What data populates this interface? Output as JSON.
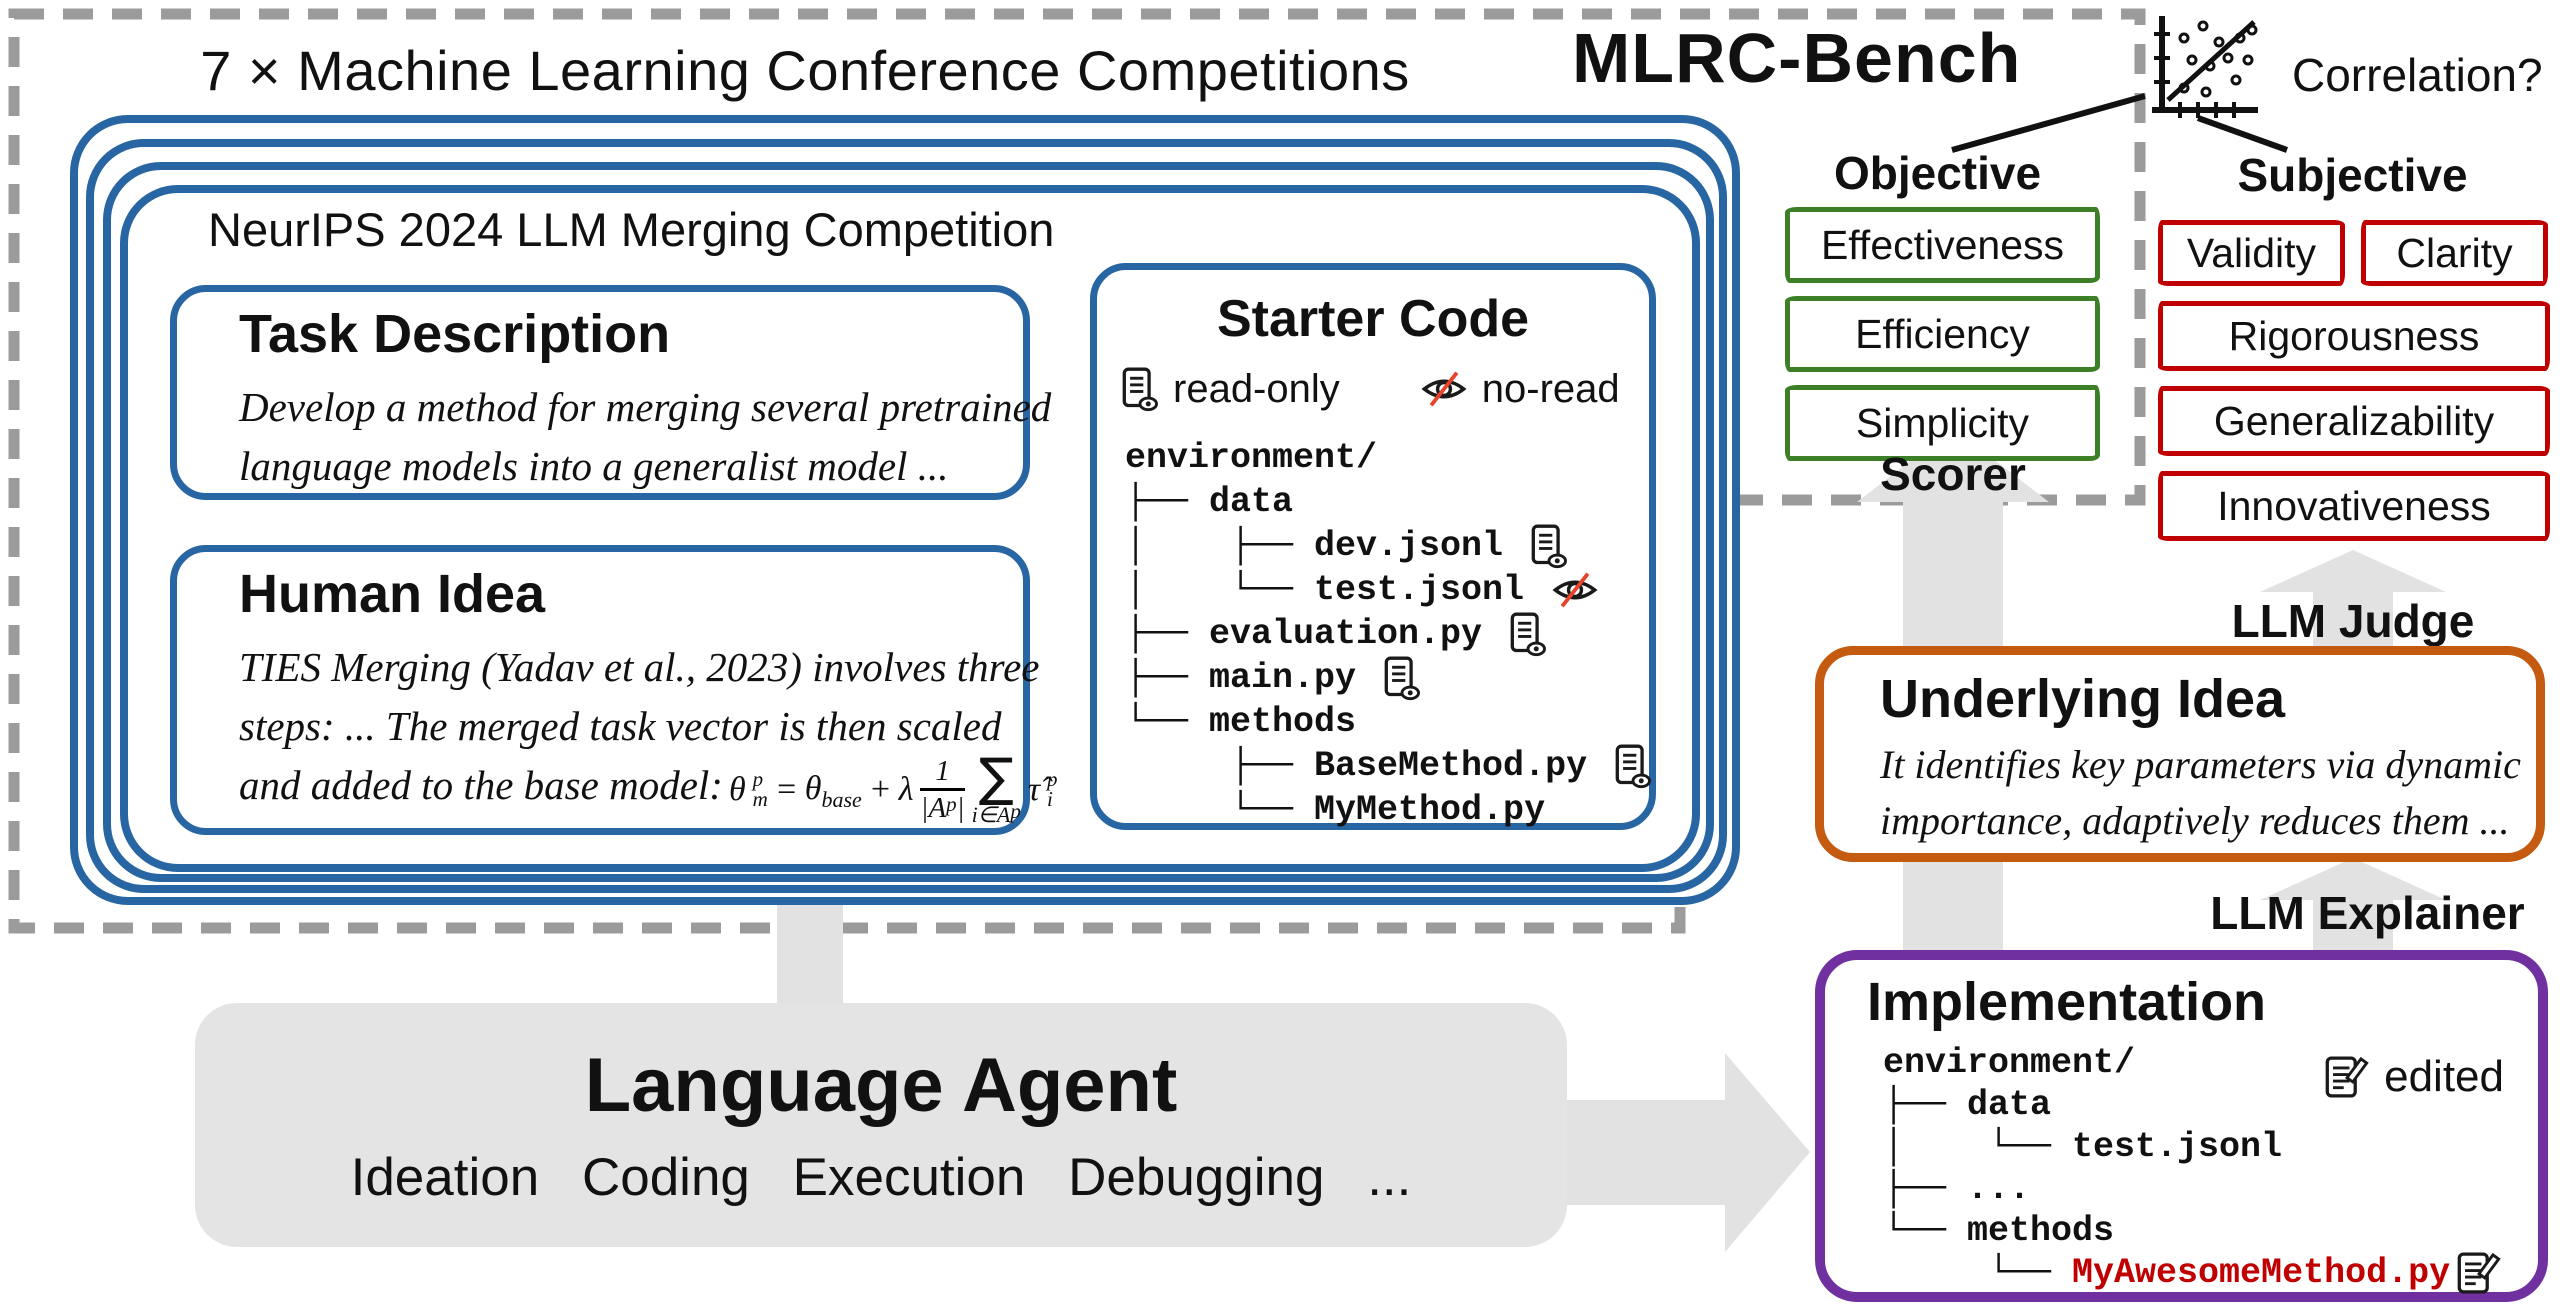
{
  "colors": {
    "blue": "#2866A3",
    "green": "#3C7F26",
    "red": "#C00000",
    "orange": "#C55A11",
    "purple": "#7030A0",
    "dash_gray": "#9B9B9B",
    "arrow_gray": "#E2E2E2",
    "agent_bg": "#E4E4E4",
    "slash_red": "#E8432C",
    "file_red": "#C00000"
  },
  "header": {
    "competitions_title": "7 × Machine Learning Conference Competitions",
    "brand": "MLRC-Bench",
    "correlation_label": "Correlation?"
  },
  "competition": {
    "title": "NeurIPS 2024 LLM Merging Competition",
    "task": {
      "title": "Task Description",
      "lines": [
        "Develop a method for merging several pretrained",
        "language models into a generalist model ..."
      ]
    },
    "idea": {
      "title": "Human Idea",
      "lines": [
        "TIES Merging (Yadav et al., 2023) involves three",
        "steps: ... The merged task vector is then scaled",
        "and added to the base model:"
      ],
      "formula": {
        "t1": "θ",
        "t1_sup": "p",
        "t1_sub": "m",
        "eq": "=",
        "t3": "θ",
        "t3_sub": "base",
        "plus": "+",
        "lambda": "λ",
        "frac_top": "1",
        "frac_bot": "|A",
        "frac_bot_sup": "p",
        "frac_bot_end": "|",
        "sigma": "∑",
        "sum_under": "i∈A",
        "sum_under_sup": "p",
        "tau": "τ̂",
        "tau_sup": "p",
        "tau_sub": "i"
      }
    },
    "starter": {
      "title": "Starter Code",
      "legend": [
        {
          "icon": "docEye",
          "label": "read-only"
        },
        {
          "icon": "eyeSlash",
          "label": "no-read"
        }
      ],
      "tree": [
        {
          "t": "environment/"
        },
        {
          "t": "├── data"
        },
        {
          "t": "│    ├── dev.jsonl ",
          "icon": "docEye"
        },
        {
          "t": "│    └── test.jsonl ",
          "icon": "eyeSlash"
        },
        {
          "t": "├── evaluation.py ",
          "icon": "docEye"
        },
        {
          "t": "├── main.py ",
          "icon": "docEye"
        },
        {
          "t": "└── methods"
        },
        {
          "t": "     ├── BaseMethod.py ",
          "icon": "docEye"
        },
        {
          "t": "     └── MyMethod.py"
        }
      ]
    }
  },
  "evaluation": {
    "objective": {
      "title": "Objective",
      "items": [
        "Effectiveness",
        "Efficiency",
        "Simplicity"
      ],
      "scorer_label": "Scorer"
    },
    "subjective": {
      "title": "Subjective",
      "items": [
        "Validity",
        "Clarity",
        "Rigorousness",
        "Generalizability",
        "Innovativeness"
      ],
      "judge_label": "LLM Judge"
    }
  },
  "underlying_idea": {
    "title": "Underlying Idea",
    "lines": [
      "It identifies key parameters via dynamic",
      "importance, adaptively reduces them ..."
    ],
    "explainer_label": "LLM Explainer"
  },
  "implementation": {
    "title": "Implementation",
    "edited_label": "edited",
    "tree": [
      {
        "t": "environment/"
      },
      {
        "t": "├── data"
      },
      {
        "t": "│    └── test.jsonl"
      },
      {
        "t": "├── ..."
      },
      {
        "t": "└── methods"
      },
      {
        "pre": "     └── ",
        "t": "MyAwesomeMethod.py",
        "red": true,
        "icon": "docPencil"
      }
    ]
  },
  "agent": {
    "title": "Language Agent",
    "subtitle": "Ideation Coding Execution Debugging ..."
  }
}
